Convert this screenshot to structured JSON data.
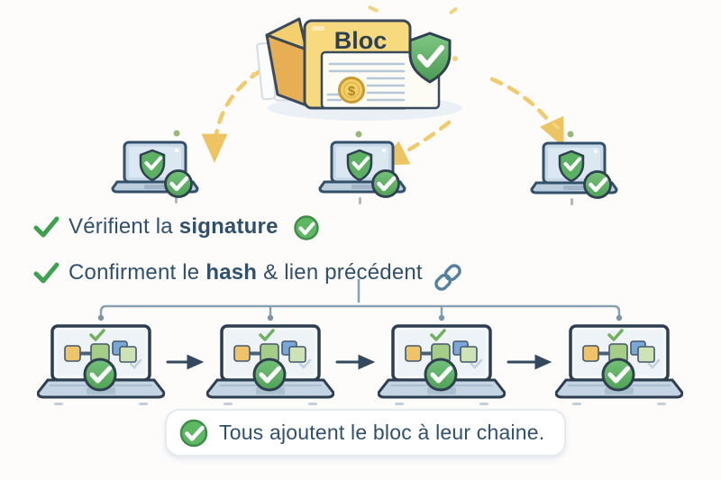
{
  "diagram": {
    "block": {
      "label": "Bloc",
      "coin_symbol": "$"
    },
    "verifications": [
      {
        "pre": "Vérifient la",
        "bold": "signature",
        "post": ""
      },
      {
        "pre": "Confirment le",
        "bold": "hash",
        "post": "& lien précédent"
      }
    ],
    "footer": {
      "message": "Tous ajoutent le bloc à leur chaine."
    },
    "icons": {
      "block_badge": "shield-check-icon",
      "node_badge": "check-badge-icon",
      "line2_trailing": "chain-link-icon"
    },
    "colors": {
      "text_navy": "#30506c",
      "check_green": "#3da14f",
      "badge_green": "#5eb863",
      "block_yellow": "#f7da7d",
      "arrow_yellow": "#f0ca6b",
      "chain_link_blue": "#54809f",
      "connector_gray": "#87a0b2",
      "laptop_outline": "#2c3e50"
    }
  }
}
